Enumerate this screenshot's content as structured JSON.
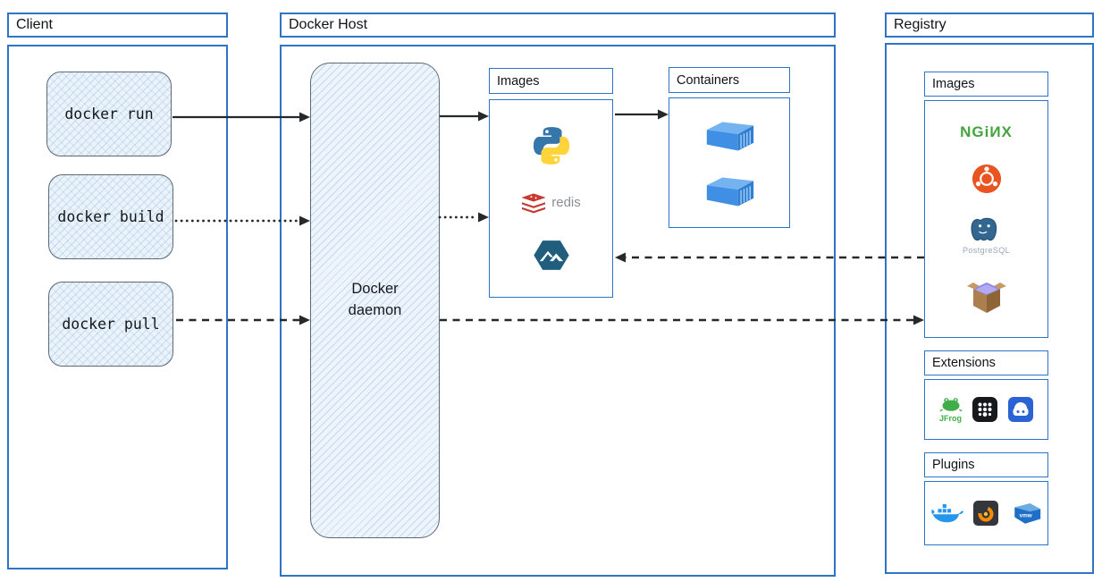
{
  "client": {
    "title": "Client",
    "commands": [
      {
        "label": "docker run",
        "arrow_style": "solid"
      },
      {
        "label": "docker build",
        "arrow_style": "dotted"
      },
      {
        "label": "docker pull",
        "arrow_style": "dashed"
      }
    ]
  },
  "docker_host": {
    "title": "Docker Host",
    "daemon_label": "Docker daemon",
    "images": {
      "title": "Images",
      "items": [
        {
          "name": "python"
        },
        {
          "name": "redis",
          "label": "redis"
        },
        {
          "name": "alpine"
        }
      ]
    },
    "containers": {
      "title": "Containers",
      "count": 2
    }
  },
  "registry": {
    "title": "Registry",
    "images": {
      "title": "Images",
      "items": [
        {
          "name": "nginx",
          "label": "NGiИX"
        },
        {
          "name": "ubuntu"
        },
        {
          "name": "postgresql",
          "label": "PostgreSQL"
        },
        {
          "name": "busybox"
        }
      ]
    },
    "extensions": {
      "title": "Extensions",
      "items": [
        {
          "name": "jfrog",
          "label": "JFrog"
        },
        {
          "name": "app-grid"
        },
        {
          "name": "disk-app"
        }
      ]
    },
    "plugins": {
      "title": "Plugins",
      "items": [
        {
          "name": "docker"
        },
        {
          "name": "grafana"
        },
        {
          "name": "vmware",
          "label": "vmw"
        }
      ]
    }
  },
  "connections": [
    {
      "from": "docker run",
      "to": "Docker daemon",
      "style": "solid"
    },
    {
      "from": "docker build",
      "to": "Docker daemon",
      "style": "dotted"
    },
    {
      "from": "docker pull",
      "to": "Docker daemon",
      "style": "dashed"
    },
    {
      "from": "Docker daemon",
      "to": "Images",
      "style": "solid"
    },
    {
      "from": "Docker daemon",
      "to": "Images",
      "style": "dotted"
    },
    {
      "from": "Images",
      "to": "Containers",
      "style": "solid"
    },
    {
      "from": "Registry Images",
      "to": "Host Images",
      "style": "dashed"
    },
    {
      "from": "Docker daemon",
      "to": "Registry Images",
      "style": "dashed"
    }
  ],
  "colors": {
    "panel_border": "#2e75c5",
    "sketch_fill": "#edf4fb",
    "sketch_border": "#5d6a75",
    "arrow": "#26292c",
    "nginx_green": "#43a33e",
    "ubuntu_orange": "#e95420",
    "redis_red": "#d0382d",
    "alpine_teal": "#205e7e",
    "container_blue": "#3f90e4",
    "docker_blue": "#2496ed",
    "grafana_orange": "#ff8a00",
    "jfrog_green": "#3fae49",
    "postgres_blue": "#336791"
  }
}
